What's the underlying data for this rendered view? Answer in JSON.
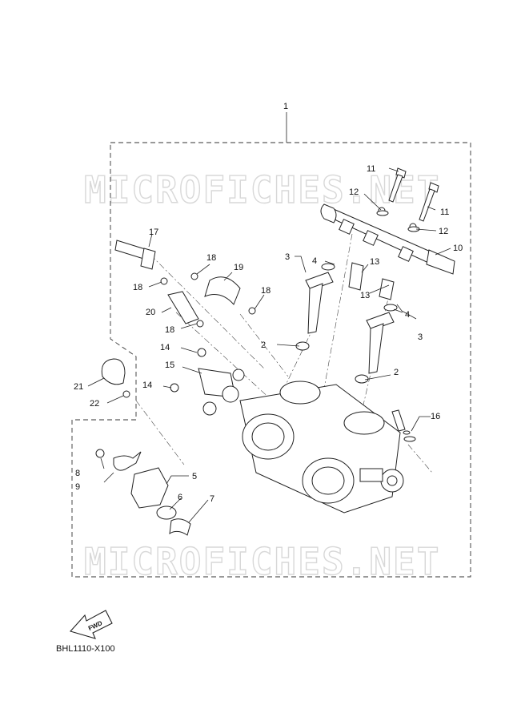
{
  "diagram": {
    "assembly_callout": "1",
    "watermark": "MICROFICHES.NET",
    "callouts": [
      "2",
      "2",
      "3",
      "3",
      "4",
      "4",
      "5",
      "6",
      "7",
      "8",
      "9",
      "10",
      "11",
      "11",
      "12",
      "12",
      "13",
      "13",
      "14",
      "14",
      "15",
      "16",
      "17",
      "18",
      "18",
      "18",
      "18",
      "19",
      "20",
      "21",
      "22"
    ],
    "fwd_label": "FWD",
    "drawing_code": "BHL1110-X100"
  }
}
